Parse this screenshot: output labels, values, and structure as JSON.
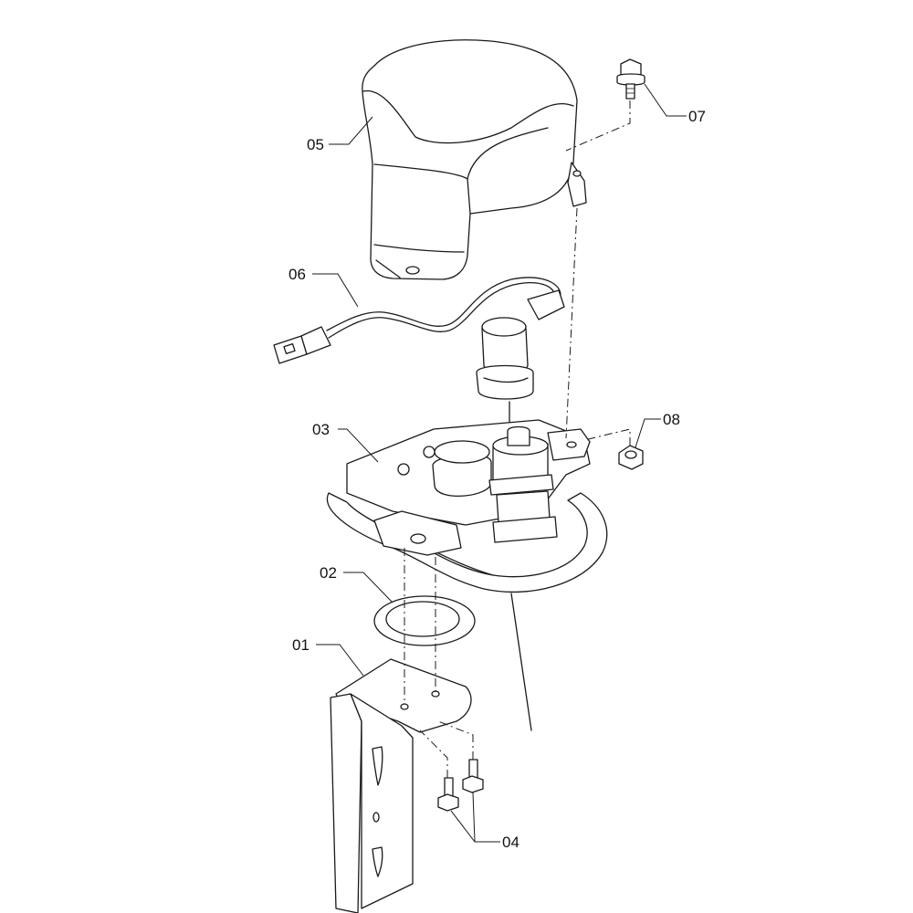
{
  "callouts": {
    "p01": "01",
    "p02": "02",
    "p03": "03",
    "p04": "04",
    "p05": "05",
    "p06": "06",
    "p07": "07",
    "p08": "08"
  }
}
